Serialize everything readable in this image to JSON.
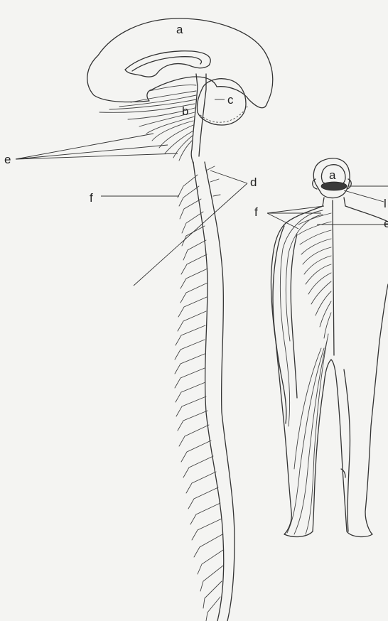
{
  "labels": {
    "left_a": "a",
    "left_b": "b",
    "left_c": "c",
    "left_d": "d",
    "left_e": "e",
    "left_f": "f",
    "right_a": "a",
    "right_f": "f",
    "right_b_partial": "l",
    "right_e_partial": "e"
  }
}
